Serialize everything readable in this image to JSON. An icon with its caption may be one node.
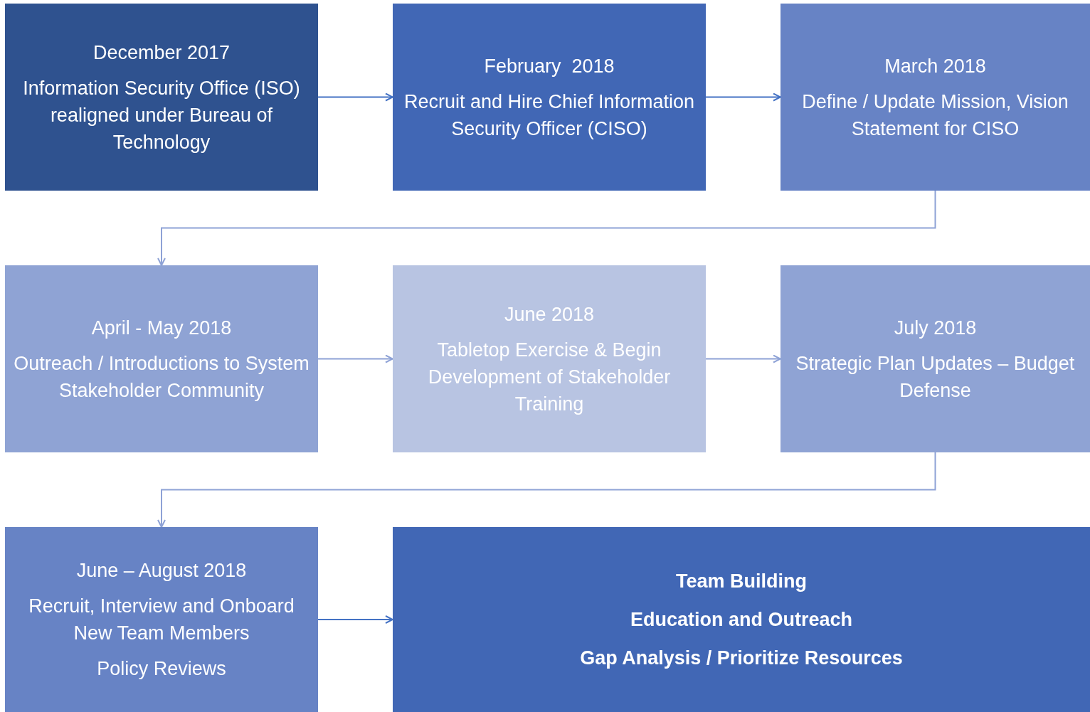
{
  "diagram": {
    "nodes": [
      {
        "text": [
          "December 2017",
          "Information Security Office (ISO) realigned under Bureau of Technology"
        ]
      },
      {
        "text": [
          "February  2018",
          "Recruit and Hire Chief Information Security Officer (CISO)"
        ]
      },
      {
        "text": [
          "March 2018",
          "Define / Update Mission, Vision Statement for CISO"
        ]
      },
      {
        "text": [
          "April - May 2018",
          "Outreach / Introductions to System Stakeholder Community"
        ]
      },
      {
        "text": [
          "June 2018",
          "Tabletop Exercise & Begin Development of Stakeholder Training"
        ]
      },
      {
        "text": [
          "July 2018",
          "Strategic Plan Updates – Budget Defense"
        ]
      },
      {
        "text": [
          "June – August 2018",
          "Recruit, Interview and Onboard New Team Members",
          "Policy Reviews"
        ]
      },
      {
        "text": [
          "Team Building",
          "Education and Outreach",
          "Gap Analysis / Prioritize Resources"
        ]
      }
    ],
    "edges": [
      {
        "from": 0,
        "to": 1,
        "arrow": "to",
        "color": "#4472c4"
      },
      {
        "from": 1,
        "to": 2,
        "arrow": "to",
        "color": "#4472c4"
      },
      {
        "from": 2,
        "to": 3,
        "arrow": "to"
      },
      {
        "from": 3,
        "to": 4,
        "arrow": "to"
      },
      {
        "from": 4,
        "to": 5,
        "arrow": "to"
      },
      {
        "from": 5,
        "to": 6,
        "arrow": "to"
      },
      {
        "from": 6,
        "to": 7,
        "arrow": "to",
        "color": "#4472c4"
      }
    ]
  }
}
